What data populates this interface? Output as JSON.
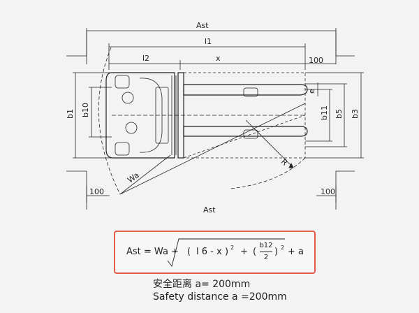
{
  "labels": {
    "ast_top": "Ast",
    "l1": "l1",
    "l2": "l2",
    "x": "x",
    "dim_100_top_right": "100",
    "b1": "b1",
    "b10": "b10",
    "e": "e",
    "b11": "b11",
    "b5": "b5",
    "b3": "b3",
    "wa": "Wa",
    "r": "R",
    "dim_100_bottom_left": "100",
    "dim_100_bottom_right": "100",
    "ast_bottom": "Ast"
  },
  "formula": {
    "lhs": "Ast = Wa +",
    "paren_open": "(",
    "l6_minus_x": "l 6 - x",
    "paren_close": ")",
    "square1": "2",
    "plus": "+",
    "paren2_open": "(",
    "frac_num": "b12",
    "frac_den": "2",
    "paren2_close": ")",
    "square2": "2",
    "tail": "+ a"
  },
  "captions": {
    "chinese": "安全距离    a= 200mm",
    "english": "Safety distance    a =200mm"
  }
}
